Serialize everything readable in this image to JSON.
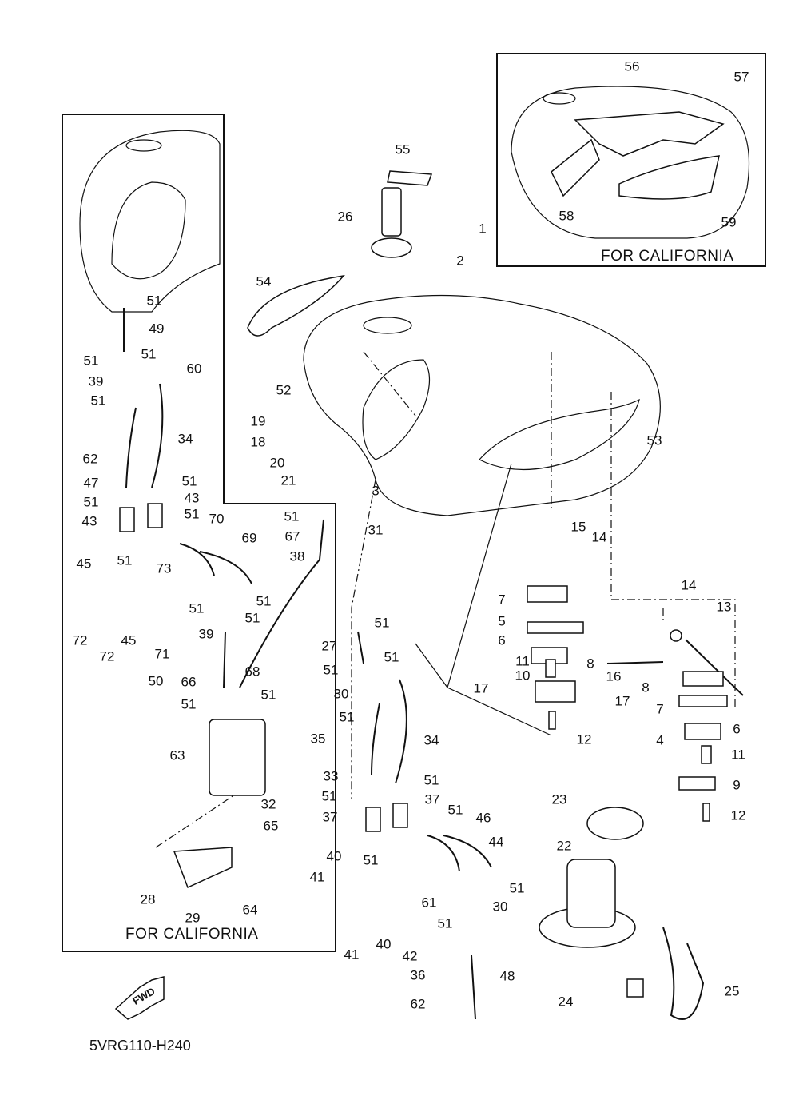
{
  "diagram": {
    "code": "5VRG110-H240",
    "fwd_label": "FWD",
    "california_caption_left": "FOR CALIFORNIA",
    "california_caption_right": "FOR CALIFORNIA",
    "callouts": [
      {
        "id": "c1",
        "text": "1"
      },
      {
        "id": "c2",
        "text": "2"
      },
      {
        "id": "c3",
        "text": "3"
      },
      {
        "id": "c4",
        "text": "4"
      },
      {
        "id": "c5",
        "text": "5"
      },
      {
        "id": "c6a",
        "text": "6"
      },
      {
        "id": "c6b",
        "text": "6"
      },
      {
        "id": "c7a",
        "text": "7"
      },
      {
        "id": "c7b",
        "text": "7"
      },
      {
        "id": "c8a",
        "text": "8"
      },
      {
        "id": "c8b",
        "text": "8"
      },
      {
        "id": "c9",
        "text": "9"
      },
      {
        "id": "c10",
        "text": "10"
      },
      {
        "id": "c11a",
        "text": "11"
      },
      {
        "id": "c11b",
        "text": "11"
      },
      {
        "id": "c12a",
        "text": "12"
      },
      {
        "id": "c12b",
        "text": "12"
      },
      {
        "id": "c13",
        "text": "13"
      },
      {
        "id": "c14a",
        "text": "14"
      },
      {
        "id": "c14b",
        "text": "14"
      },
      {
        "id": "c15",
        "text": "15"
      },
      {
        "id": "c16",
        "text": "16"
      },
      {
        "id": "c17a",
        "text": "17"
      },
      {
        "id": "c17b",
        "text": "17"
      },
      {
        "id": "c18",
        "text": "18"
      },
      {
        "id": "c19",
        "text": "19"
      },
      {
        "id": "c20",
        "text": "20"
      },
      {
        "id": "c21",
        "text": "21"
      },
      {
        "id": "c22",
        "text": "22"
      },
      {
        "id": "c23",
        "text": "23"
      },
      {
        "id": "c24",
        "text": "24"
      },
      {
        "id": "c25",
        "text": "25"
      },
      {
        "id": "c26",
        "text": "26"
      },
      {
        "id": "c27",
        "text": "27"
      },
      {
        "id": "c28",
        "text": "28"
      },
      {
        "id": "c29",
        "text": "29"
      },
      {
        "id": "c30a",
        "text": "30"
      },
      {
        "id": "c30b",
        "text": "30"
      },
      {
        "id": "c31",
        "text": "31"
      },
      {
        "id": "c32",
        "text": "32"
      },
      {
        "id": "c33",
        "text": "33"
      },
      {
        "id": "c34a",
        "text": "34"
      },
      {
        "id": "c34b",
        "text": "34"
      },
      {
        "id": "c35",
        "text": "35"
      },
      {
        "id": "c36",
        "text": "36"
      },
      {
        "id": "c37a",
        "text": "37"
      },
      {
        "id": "c37b",
        "text": "37"
      },
      {
        "id": "c38",
        "text": "38"
      },
      {
        "id": "c39a",
        "text": "39"
      },
      {
        "id": "c39b",
        "text": "39"
      },
      {
        "id": "c40a",
        "text": "40"
      },
      {
        "id": "c40b",
        "text": "40"
      },
      {
        "id": "c41a",
        "text": "41"
      },
      {
        "id": "c41b",
        "text": "41"
      },
      {
        "id": "c42",
        "text": "42"
      },
      {
        "id": "c43a",
        "text": "43"
      },
      {
        "id": "c43b",
        "text": "43"
      },
      {
        "id": "c44",
        "text": "44"
      },
      {
        "id": "c45a",
        "text": "45"
      },
      {
        "id": "c45b",
        "text": "45"
      },
      {
        "id": "c46",
        "text": "46"
      },
      {
        "id": "c47",
        "text": "47"
      },
      {
        "id": "c48",
        "text": "48"
      },
      {
        "id": "c49",
        "text": "49"
      },
      {
        "id": "c50",
        "text": "50"
      },
      {
        "id": "c51_01",
        "text": "51"
      },
      {
        "id": "c51_02",
        "text": "51"
      },
      {
        "id": "c51_03",
        "text": "51"
      },
      {
        "id": "c51_04",
        "text": "51"
      },
      {
        "id": "c51_05",
        "text": "51"
      },
      {
        "id": "c51_06",
        "text": "51"
      },
      {
        "id": "c51_07",
        "text": "51"
      },
      {
        "id": "c51_08",
        "text": "51"
      },
      {
        "id": "c51_09",
        "text": "51"
      },
      {
        "id": "c51_10",
        "text": "51"
      },
      {
        "id": "c51_11",
        "text": "51"
      },
      {
        "id": "c51_12",
        "text": "51"
      },
      {
        "id": "c51_13",
        "text": "51"
      },
      {
        "id": "c51_14",
        "text": "51"
      },
      {
        "id": "c51_15",
        "text": "51"
      },
      {
        "id": "c51_16",
        "text": "51"
      },
      {
        "id": "c51_17",
        "text": "51"
      },
      {
        "id": "c51_18",
        "text": "51"
      },
      {
        "id": "c51_19",
        "text": "51"
      },
      {
        "id": "c51_20",
        "text": "51"
      },
      {
        "id": "c51_21",
        "text": "51"
      },
      {
        "id": "c51_22",
        "text": "51"
      },
      {
        "id": "c51_23",
        "text": "51"
      },
      {
        "id": "c51_24",
        "text": "51"
      },
      {
        "id": "c52",
        "text": "52"
      },
      {
        "id": "c53",
        "text": "53"
      },
      {
        "id": "c54",
        "text": "54"
      },
      {
        "id": "c55",
        "text": "55"
      },
      {
        "id": "c56",
        "text": "56"
      },
      {
        "id": "c57",
        "text": "57"
      },
      {
        "id": "c58",
        "text": "58"
      },
      {
        "id": "c59",
        "text": "59"
      },
      {
        "id": "c60",
        "text": "60"
      },
      {
        "id": "c61",
        "text": "61"
      },
      {
        "id": "c62a",
        "text": "62"
      },
      {
        "id": "c62b",
        "text": "62"
      },
      {
        "id": "c63",
        "text": "63"
      },
      {
        "id": "c64",
        "text": "64"
      },
      {
        "id": "c65",
        "text": "65"
      },
      {
        "id": "c66",
        "text": "66"
      },
      {
        "id": "c67",
        "text": "67"
      },
      {
        "id": "c68",
        "text": "68"
      },
      {
        "id": "c69",
        "text": "69"
      },
      {
        "id": "c70",
        "text": "70"
      },
      {
        "id": "c71",
        "text": "71"
      },
      {
        "id": "c72a",
        "text": "72"
      },
      {
        "id": "c72b",
        "text": "72"
      },
      {
        "id": "c73",
        "text": "73"
      }
    ]
  }
}
